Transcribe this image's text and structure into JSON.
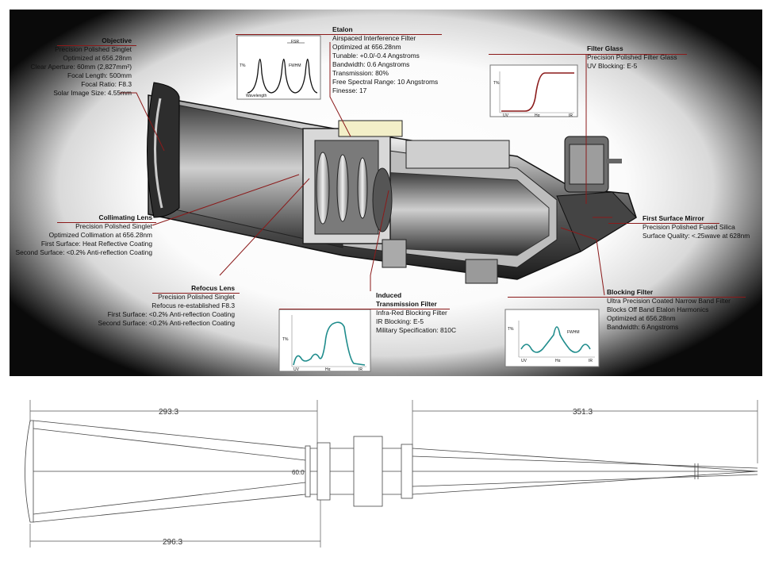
{
  "objective": {
    "title": "Objective",
    "lines": [
      "Precision Polished Singlet",
      "Optimized at 656.28nm",
      "Clear Aperture: 60mm (2,827mm²)",
      "Focal Length: 500mm",
      "Focal Ratio: F8.3",
      "Solar Image Size: 4.55mm"
    ]
  },
  "etalon": {
    "title": "Etalon",
    "lines": [
      "Airspaced Interference Filter",
      "Optimized at 656.28nm",
      "Tunable: +0.0/-0.4 Angstroms",
      "Bandwidth: 0.6 Angstroms",
      "Transmission: 80%",
      "Free Spectral Range: 10 Angstroms",
      "Finesse: 17"
    ]
  },
  "filter_glass": {
    "title": "Filter Glass",
    "lines": [
      "Precision Polished Filter Glass",
      "UV Blocking: E-5"
    ]
  },
  "collimating": {
    "title": "Collimating Lens",
    "lines": [
      "Precision Polished Singlet",
      "Optimized Collimation at 656.28nm",
      "First Surface: Heat Reflective Coating",
      "Second Surface: <0.2% Anti-reflection Coating"
    ]
  },
  "first_mirror": {
    "title": "First Surface Mirror",
    "lines": [
      "Precision Polished Fused Silica",
      "Surface Quality: <.25wave at 628nm"
    ]
  },
  "refocus": {
    "title": "Refocus Lens",
    "lines": [
      "Precision Polished Singlet",
      "Refocus re-established F8.3",
      "First Surface: <0.2% Anti-reflection Coating",
      "Second Surface: <0.2% Anti-reflection Coating"
    ]
  },
  "induced": {
    "title1": "Induced",
    "title2": "Transmission Filter",
    "lines": [
      "Infra-Red Blocking Filter",
      "IR Blocking: E-5",
      "Military Specification: 810C"
    ]
  },
  "blocking": {
    "title": "Blocking Filter",
    "lines": [
      "Ultra Precision Coated Narrow Band Filter",
      "Blocks Off Band Etalon Harmonics",
      "Optimized at 656.28nm",
      "Bandwidth: 6 Angstroms"
    ]
  },
  "dims": {
    "d1": "293.3",
    "d2": "351.3",
    "d3": "296.3",
    "d4": "60.0"
  },
  "graph_labels": {
    "pct": "T%",
    "fwhm": "FWHM",
    "fsr": "FSR",
    "wavelength": "Wavelength",
    "uv": "UV",
    "ha": "Hα",
    "ir": "IR"
  }
}
